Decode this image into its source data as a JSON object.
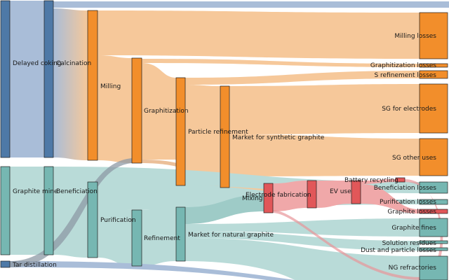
{
  "diagram": {
    "type": "sankey",
    "colors": {
      "synthetic": "#f28e2b",
      "synthetic_flow": "#f6c89a",
      "natural": "#76b7b2",
      "natural_flow": "#b9dbd8",
      "feedstock": "#4e79a7",
      "feedstock_flow": "#a9bdd8",
      "battery": "#e15759",
      "battery_flow": "#f0a8a9"
    },
    "nodes": {
      "delayed_coking": {
        "label": "Delayed coking",
        "icon": "process-node"
      },
      "graphite_mine": {
        "label": "Graphite mine",
        "icon": "process-node"
      },
      "tar_distillation": {
        "label": "Tar distillation",
        "icon": "process-node"
      },
      "calcination": {
        "label": "Calcination",
        "icon": "process-node"
      },
      "beneficiation": {
        "label": "Beneficiation",
        "icon": "process-node"
      },
      "milling": {
        "label": "Milling",
        "icon": "process-node"
      },
      "purification": {
        "label": "Purification",
        "icon": "process-node"
      },
      "graphitization": {
        "label": "Graphitization",
        "icon": "process-node"
      },
      "refinement": {
        "label": "Refinement",
        "icon": "process-node"
      },
      "particle_refinement": {
        "label": "Particle refinement",
        "icon": "process-node"
      },
      "market_natural": {
        "label": "Market for natural graphite",
        "icon": "process-node"
      },
      "market_synthetic": {
        "label": "Market for synthetic graphite",
        "icon": "process-node"
      },
      "mixing": {
        "label": "Mixing",
        "icon": "process-node"
      },
      "electrode_fabrication": {
        "label": "Electrode fabrication",
        "icon": "process-node"
      },
      "ev_use": {
        "label": "EV use",
        "icon": "process-node"
      },
      "battery_recycling": {
        "label": "Battery recycling",
        "icon": "process-node"
      },
      "milling_losses": {
        "label": "Milling losses",
        "icon": "output-node"
      },
      "graphitization_losses": {
        "label": "Graphitization losses",
        "icon": "output-node"
      },
      "s_refinement_losses": {
        "label": "S refinement losses",
        "icon": "output-node"
      },
      "sg_for_electrodes": {
        "label": "SG for electrodes",
        "icon": "output-node"
      },
      "sg_other_uses": {
        "label": "SG other uses",
        "icon": "output-node"
      },
      "beneficiation_losses": {
        "label": "Beneficiation losses",
        "icon": "output-node"
      },
      "purification_losses": {
        "label": "Purification losses",
        "icon": "output-node"
      },
      "graphite_losses": {
        "label": "Graphite losses",
        "icon": "output-node"
      },
      "graphite_fines": {
        "label": "Graphite fines",
        "icon": "output-node"
      },
      "solution_residues": {
        "label": "Solution residues",
        "icon": "output-node"
      },
      "dust_particle_losses": {
        "label": "Dust and particle losses",
        "icon": "output-node"
      },
      "ng_refractories": {
        "label": "NG refractories",
        "icon": "output-node"
      }
    }
  }
}
